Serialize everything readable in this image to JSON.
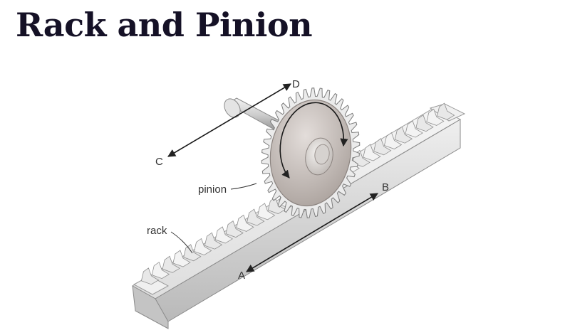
{
  "title": "Rack and Pinion",
  "labels": {
    "A": "A",
    "B": "B",
    "C": "C",
    "D": "D",
    "pinion": "pinion",
    "rack": "rack"
  },
  "colors": {
    "title": "#151126",
    "metal_light": "#f2f2f2",
    "metal_mid": "#cfcfcf",
    "metal_dark": "#9a9a9a",
    "pinion_face": "#c9c1bd",
    "pinion_hub": "#dad6d3"
  }
}
